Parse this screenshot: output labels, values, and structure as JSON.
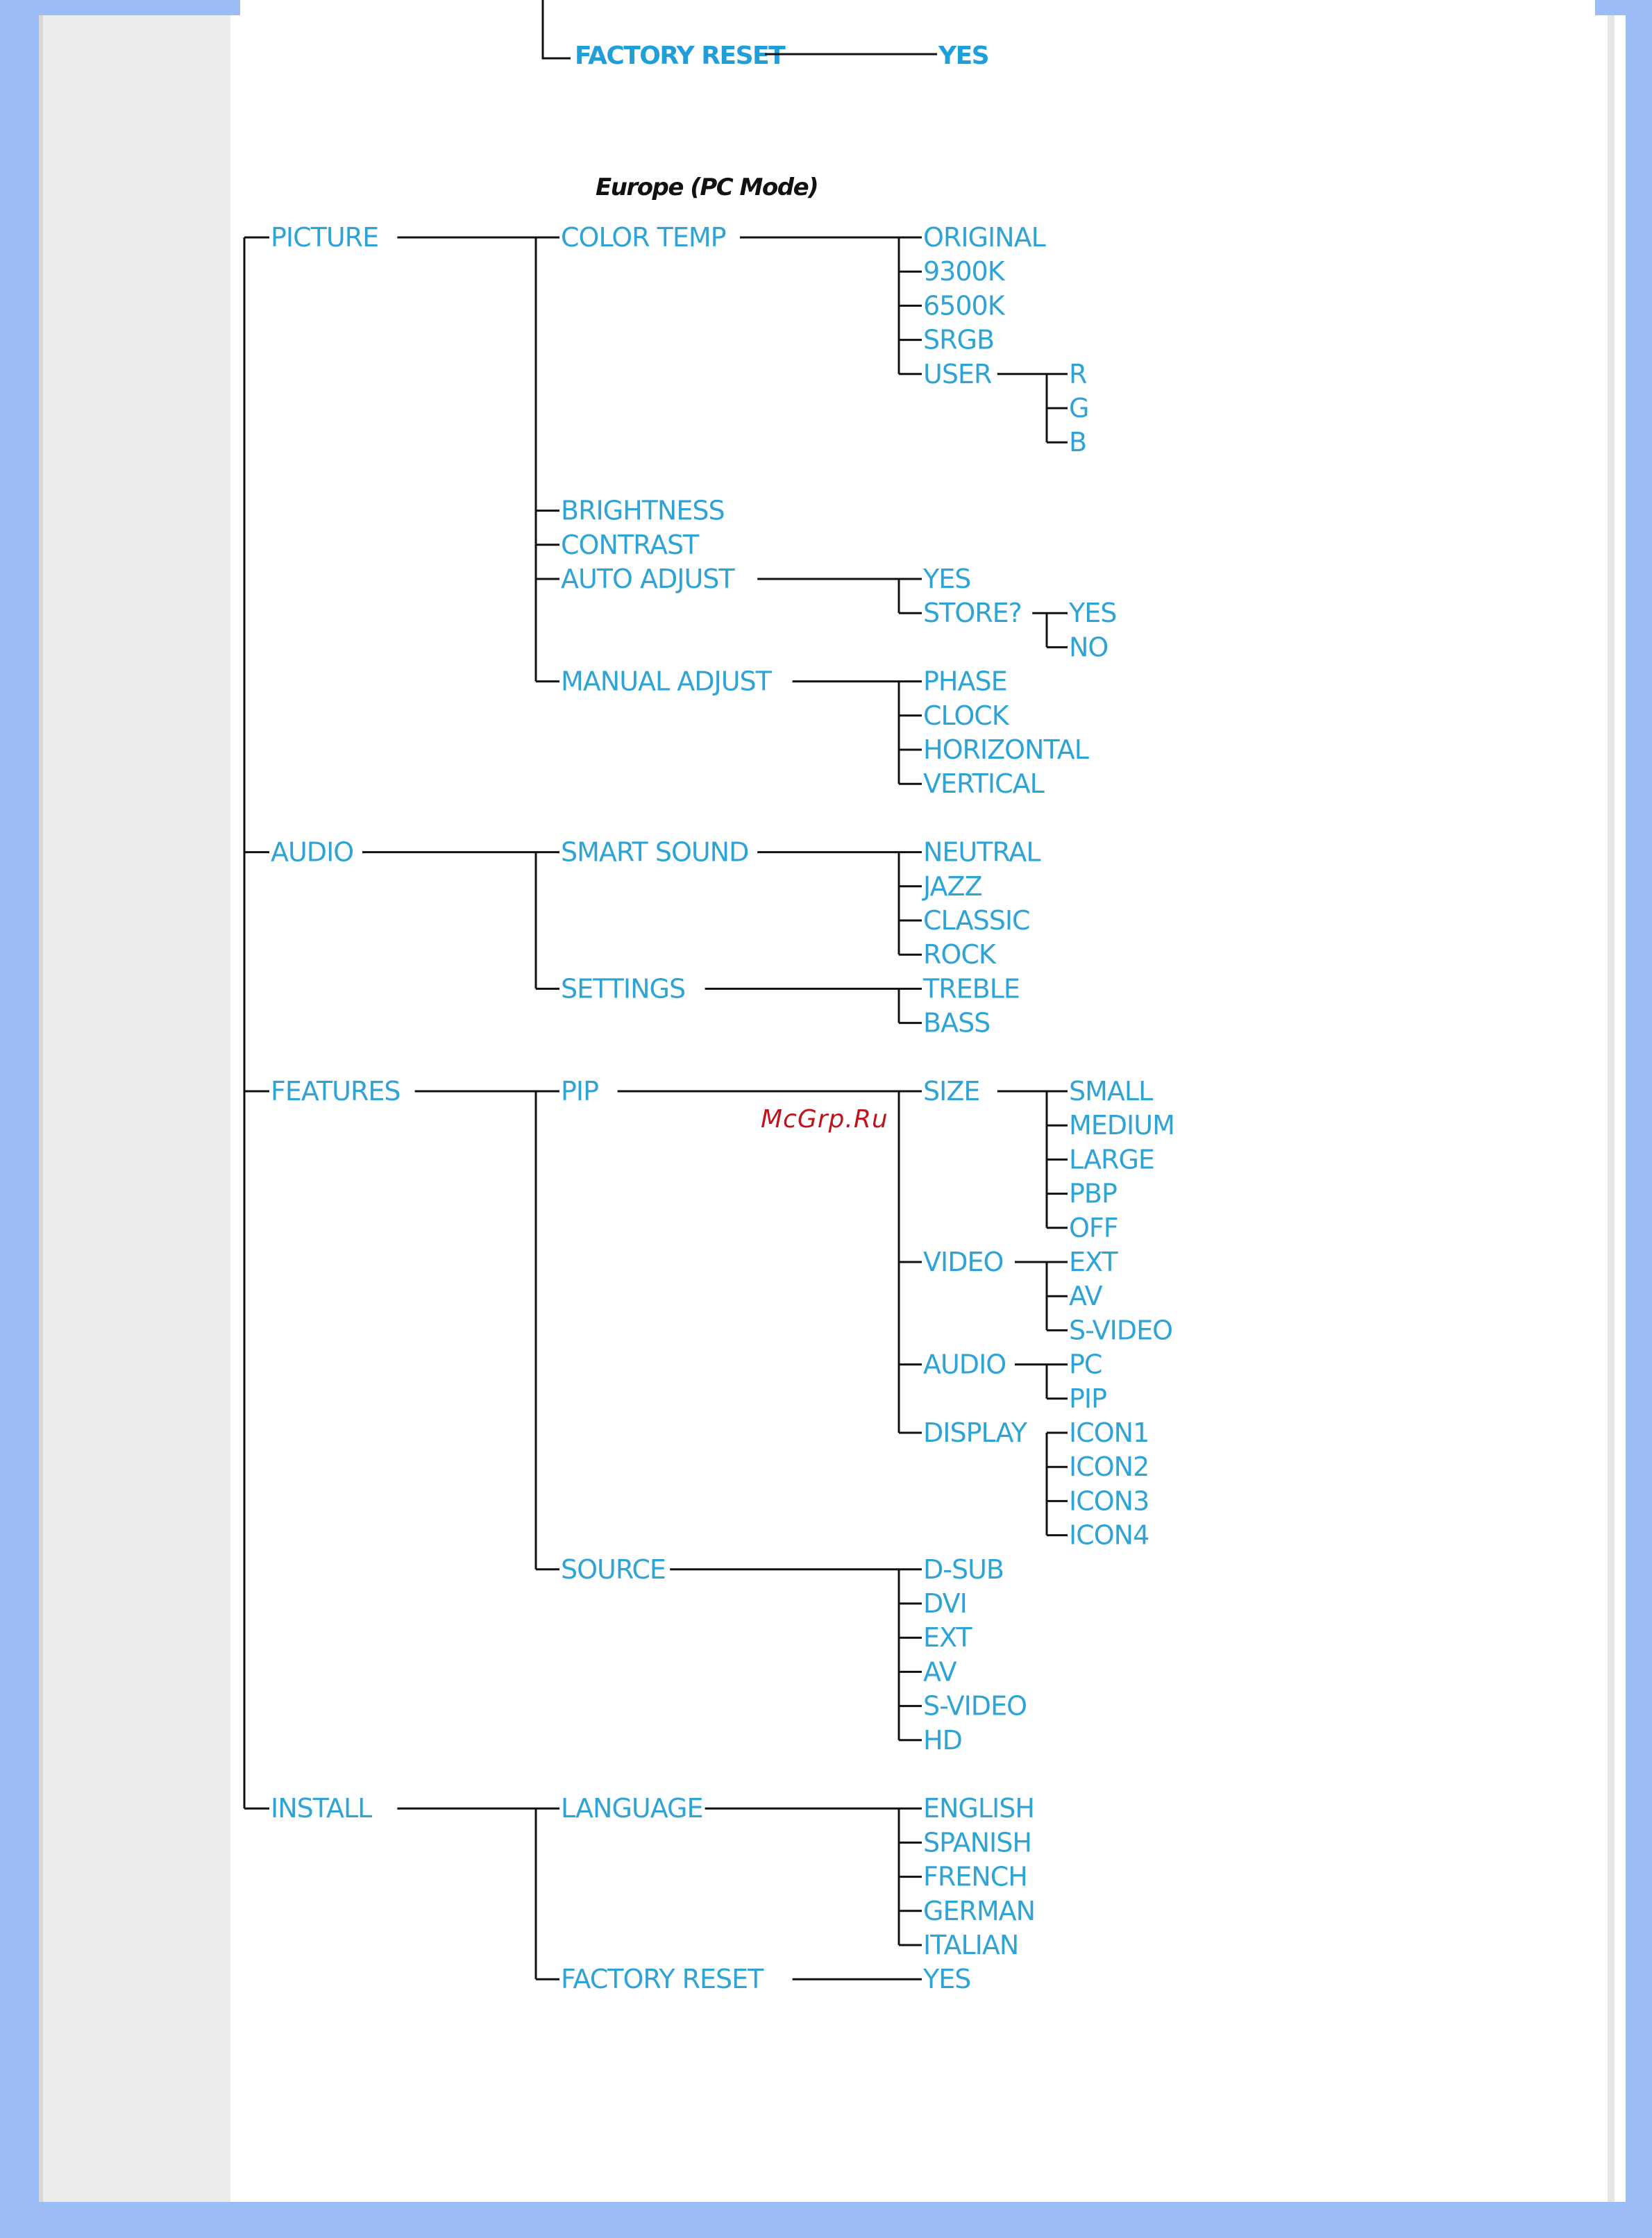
{
  "top_fragment": {
    "label": "FACTORY RESET",
    "value": "YES"
  },
  "title": "Europe (PC Mode)",
  "watermark": "McGrp.Ru",
  "menu": [
    {
      "label": "PICTURE",
      "children": [
        {
          "label": "COLOR TEMP",
          "children": [
            {
              "label": "ORIGINAL"
            },
            {
              "label": "9300K"
            },
            {
              "label": "6500K"
            },
            {
              "label": "SRGB"
            },
            {
              "label": "USER",
              "children": [
                {
                  "label": "R"
                },
                {
                  "label": "G"
                },
                {
                  "label": "B"
                }
              ]
            }
          ]
        },
        {
          "label": "BRIGHTNESS"
        },
        {
          "label": "CONTRAST"
        },
        {
          "label": "AUTO ADJUST",
          "children": [
            {
              "label": "YES"
            },
            {
              "label": "STORE?",
              "children": [
                {
                  "label": "YES"
                },
                {
                  "label": "NO"
                }
              ]
            }
          ]
        },
        {
          "label": "MANUAL ADJUST",
          "children": [
            {
              "label": "PHASE"
            },
            {
              "label": "CLOCK"
            },
            {
              "label": "HORIZONTAL"
            },
            {
              "label": "VERTICAL"
            }
          ]
        }
      ]
    },
    {
      "label": "AUDIO",
      "children": [
        {
          "label": "SMART SOUND",
          "children": [
            {
              "label": "NEUTRAL"
            },
            {
              "label": "JAZZ"
            },
            {
              "label": "CLASSIC"
            },
            {
              "label": "ROCK"
            }
          ]
        },
        {
          "label": "SETTINGS",
          "children": [
            {
              "label": "TREBLE"
            },
            {
              "label": "BASS"
            }
          ]
        }
      ]
    },
    {
      "label": "FEATURES",
      "children": [
        {
          "label": "PIP",
          "children": [
            {
              "label": "SIZE",
              "children": [
                {
                  "label": "SMALL"
                },
                {
                  "label": "MEDIUM"
                },
                {
                  "label": "LARGE"
                },
                {
                  "label": "PBP"
                },
                {
                  "label": "OFF"
                }
              ]
            },
            {
              "label": "VIDEO",
              "children": [
                {
                  "label": "EXT"
                },
                {
                  "label": "AV"
                },
                {
                  "label": "S-VIDEO"
                }
              ]
            },
            {
              "label": "AUDIO",
              "children": [
                {
                  "label": "PC"
                },
                {
                  "label": "PIP"
                }
              ]
            },
            {
              "label": "DISPLAY",
              "children": [
                {
                  "label": "ICON1"
                },
                {
                  "label": "ICON2"
                },
                {
                  "label": "ICON3"
                },
                {
                  "label": "ICON4"
                }
              ]
            }
          ]
        },
        {
          "label": "SOURCE",
          "children": [
            {
              "label": "D-SUB"
            },
            {
              "label": "DVI"
            },
            {
              "label": "EXT"
            },
            {
              "label": "AV"
            },
            {
              "label": "S-VIDEO"
            },
            {
              "label": "HD"
            }
          ]
        }
      ]
    },
    {
      "label": "INSTALL",
      "children": [
        {
          "label": "LANGUAGE",
          "children": [
            {
              "label": "ENGLISH"
            },
            {
              "label": "SPANISH"
            },
            {
              "label": "FRENCH"
            },
            {
              "label": "GERMAN"
            },
            {
              "label": "ITALIAN"
            }
          ]
        },
        {
          "label": "FACTORY RESET",
          "children": [
            {
              "label": "YES"
            }
          ]
        }
      ]
    }
  ]
}
